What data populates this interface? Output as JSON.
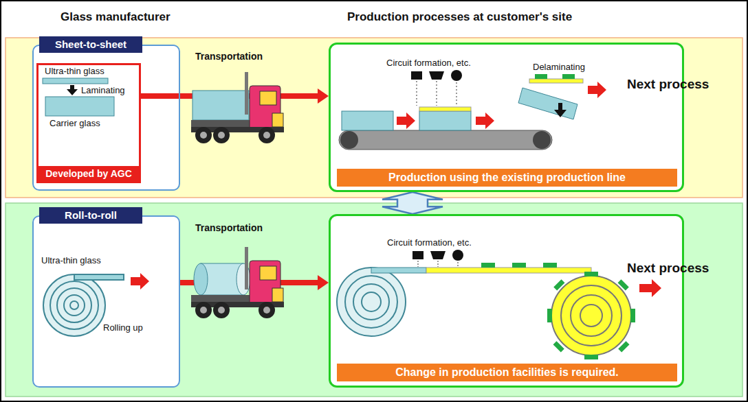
{
  "diagram": {
    "nodes": [
      {
        "text": [
          "Sheet-to-sheet"
        ]
      },
      {
        "text": [
          "Ultra-thin glass",
          "Laminating",
          "Carrier glass",
          "Developed by AGC"
        ],
        "in": 0
      },
      {
        "text": [
          "Circuit formation, etc.",
          "Delaminating",
          "Next process",
          "Production using the existing production line"
        ]
      },
      {
        "text": [
          "Roll-to-roll",
          "Ultra-thin glass",
          "Rolling up"
        ]
      },
      {
        "text": [
          "Circuit formation, etc.",
          "Next process",
          "Change in production facilities is required."
        ]
      }
    ],
    "edges": [
      {
        "from": 1,
        "to": 2,
        "arrow": "to",
        "label": "Transportation"
      },
      {
        "from": 3,
        "to": 4,
        "arrow": "to",
        "label": "Transportation"
      },
      {
        "from": 2,
        "to": 4,
        "arrow": "both"
      }
    ],
    "labels": [
      "Glass manufacturer",
      "Production processes at customer's site"
    ]
  }
}
